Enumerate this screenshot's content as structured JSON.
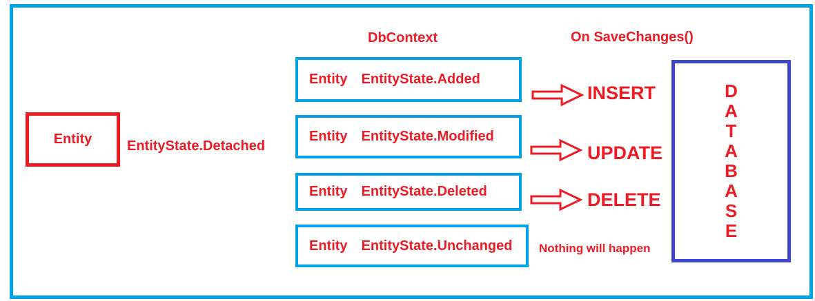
{
  "colors": {
    "red": "#ED1C24",
    "cyan": "#00A2E8",
    "indigo": "#3F48CC"
  },
  "detached": {
    "entity_label": "Entity",
    "state_label": "EntityState.Detached"
  },
  "dbcontext": {
    "title": "DbContext",
    "boxes": [
      {
        "entity": "Entity",
        "state": "EntityState.Added"
      },
      {
        "entity": "Entity",
        "state": "EntityState.Modified"
      },
      {
        "entity": "Entity",
        "state": "EntityState.Deleted"
      },
      {
        "entity": "Entity",
        "state": "EntityState.Unchanged"
      }
    ]
  },
  "save_changes": {
    "title": "On SaveChanges()",
    "actions": [
      "INSERT",
      "UPDATE",
      "DELETE"
    ],
    "no_action": "Nothing will happen"
  },
  "database": {
    "letters": [
      "D",
      "A",
      "T",
      "A",
      "B",
      "A",
      "S",
      "E"
    ]
  }
}
